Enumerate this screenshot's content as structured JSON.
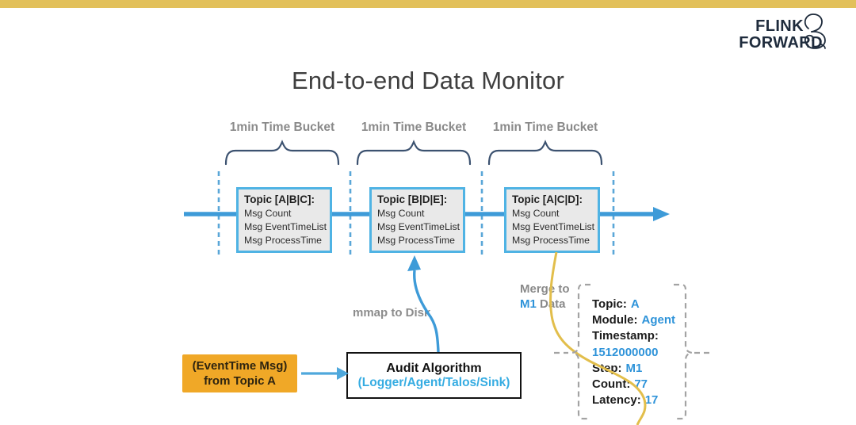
{
  "slide": {
    "title": "End-to-end Data Monitor"
  },
  "logo": {
    "line1": "FLINK",
    "line2": "FORWARD"
  },
  "time_buckets": {
    "label": "1min Time Bucket"
  },
  "topic_boxes": [
    {
      "title": "Topic [A|B|C]:",
      "lines": [
        "Msg Count",
        "Msg EventTimeList",
        "Msg ProcessTime"
      ]
    },
    {
      "title": "Topic [B|D|E]:",
      "lines": [
        "Msg Count",
        "Msg EventTimeList",
        "Msg ProcessTime"
      ]
    },
    {
      "title": "Topic [A|C|D]:",
      "lines": [
        "Msg Count",
        "Msg EventTimeList",
        "Msg ProcessTime"
      ]
    }
  ],
  "annotations": {
    "mmap": "mmap to Disk",
    "merge_line1": "Merge to",
    "merge_m1": "M1",
    "merge_rest": " Data"
  },
  "event_box": {
    "line1": "(EventTime Msg)",
    "line2": "from Topic A"
  },
  "audit_box": {
    "title": "Audit Algorithm",
    "subtitle": "(Logger/Agent/Talos/Sink)"
  },
  "m1_record": {
    "fields": [
      {
        "label": "Topic:",
        "value": "A"
      },
      {
        "label": "Module:",
        "value": "Agent"
      },
      {
        "label": "Timestamp:",
        "value": ""
      },
      {
        "label": "",
        "value": "1512000000"
      },
      {
        "label": "Step:",
        "value": "M1"
      },
      {
        "label": "Count:",
        "value": "77"
      },
      {
        "label": "Latency:",
        "value": "17"
      }
    ]
  },
  "colors": {
    "top_bar": "#E2C05A",
    "timeline_blue": "#3E9BD8",
    "box_border_blue": "#4FB3E4",
    "box_fill_gray": "#E9E9E9",
    "dashed_blue": "#5AA7D8",
    "brace_navy": "#3C5270",
    "value_blue": "#2E93D9",
    "audit_subtitle_cyan": "#35ACE2",
    "event_box_amber": "#F0A827",
    "yellow_curve": "#E2BE4B",
    "logo_navy": "#1E2B3C",
    "gray_text": "#8A8A8A"
  }
}
